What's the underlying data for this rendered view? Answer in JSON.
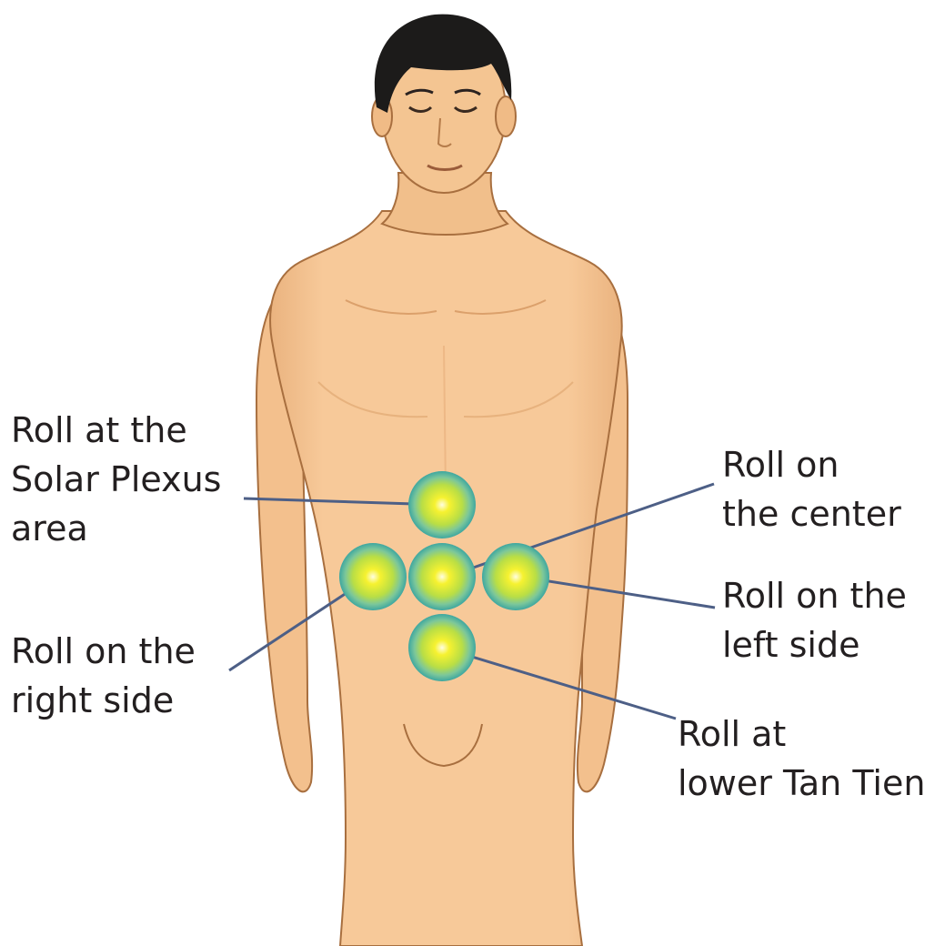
{
  "colors": {
    "skin": "#f6c693",
    "skin_shadow": "#e2a873",
    "outline": "#a86f3f",
    "hair": "#1c1b1a",
    "leader_line": "#4d5f86",
    "marker_ring": "#3ea7a0",
    "marker_glow": "#b9de45",
    "marker_core": "#f6f230",
    "text": "#231f20"
  },
  "markers": [
    {
      "id": "solar-plexus",
      "icon": "glow-circle-icon"
    },
    {
      "id": "right-side",
      "icon": "glow-circle-icon"
    },
    {
      "id": "center",
      "icon": "glow-circle-icon"
    },
    {
      "id": "left-side",
      "icon": "glow-circle-icon"
    },
    {
      "id": "lower-tan-tien",
      "icon": "glow-circle-icon"
    }
  ],
  "labels": {
    "solar_plexus": [
      "Roll at the",
      "Solar Plexus",
      "area"
    ],
    "right_side": [
      "Roll on the",
      "right side"
    ],
    "center": [
      "Roll on",
      "the center"
    ],
    "left_side": [
      "Roll on the",
      "left side"
    ],
    "lower_tan_tien": [
      "Roll at",
      "lower Tan Tien"
    ]
  }
}
